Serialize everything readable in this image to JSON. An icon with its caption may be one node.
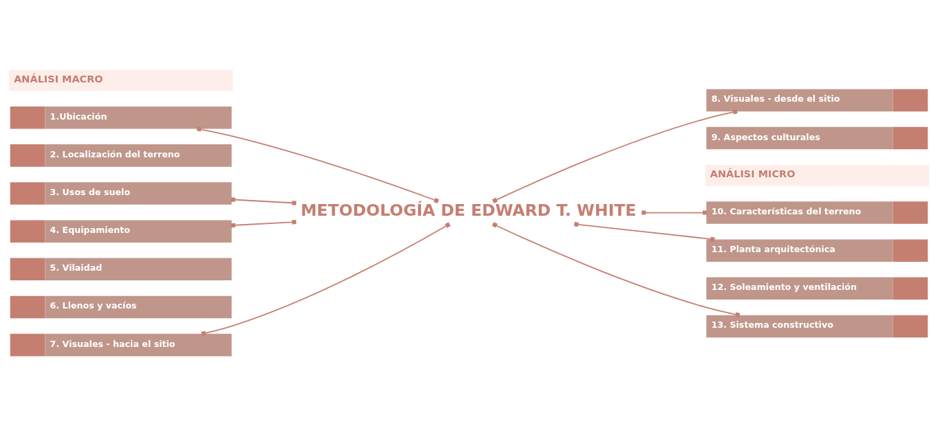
{
  "diagram": {
    "nodes": [
      {
        "text": [
          "ANÁLISI MACRO"
        ]
      },
      {
        "text": [
          "1.Ubicación"
        ]
      },
      {
        "text": [
          "2. Localización del terreno"
        ]
      },
      {
        "text": [
          "3. Usos de suelo"
        ]
      },
      {
        "text": [
          "4. Equipamiento"
        ]
      },
      {
        "text": [
          "5. Vilaidad"
        ]
      },
      {
        "text": [
          "6. Llenos y vacíos"
        ]
      },
      {
        "text": [
          "7. Visuales - hacia el sitio"
        ]
      },
      {
        "text": [
          "METODOLOGÍA DE EDWARD T. WHITE"
        ]
      },
      {
        "text": [
          "8. Visuales - desde el sitio"
        ]
      },
      {
        "text": [
          "9. Aspectos culturales"
        ]
      },
      {
        "text": [
          "ANÁLISI MICRO"
        ]
      },
      {
        "text": [
          "10. Características del terreno"
        ]
      },
      {
        "text": [
          "11. Planta arquitectónica"
        ]
      },
      {
        "text": [
          "12. Soleamiento y ventilación"
        ]
      },
      {
        "text": [
          "13. Sistema constructivo"
        ]
      }
    ],
    "edges": [
      {
        "from": 1,
        "to": 8,
        "arrow": "other"
      },
      {
        "from": 3,
        "to": 8,
        "arrow": "other"
      },
      {
        "from": 4,
        "to": 8,
        "arrow": "other"
      },
      {
        "from": 7,
        "to": 8,
        "arrow": "other"
      },
      {
        "from": 8,
        "to": 9,
        "arrow": "other"
      },
      {
        "from": 8,
        "to": 12,
        "arrow": "other"
      },
      {
        "from": 8,
        "to": 13,
        "arrow": "other"
      },
      {
        "from": 8,
        "to": 15,
        "arrow": "other"
      }
    ]
  }
}
